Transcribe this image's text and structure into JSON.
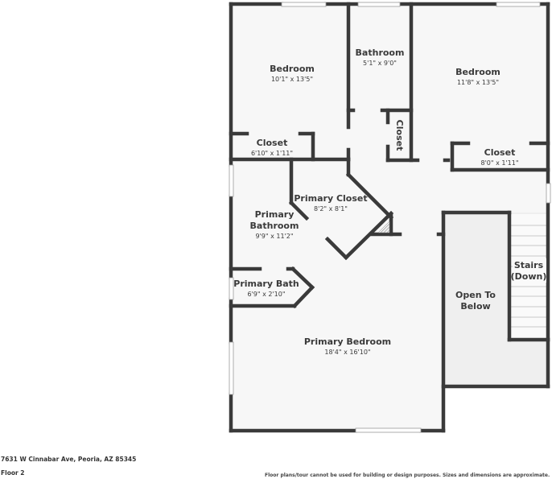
{
  "colors": {
    "wall": "#3a3a3a",
    "floor": "#f7f7f7",
    "open_to_below": "#efefef",
    "background": "#ffffff",
    "text": "#3a3a3a"
  },
  "rooms": {
    "bedroom_left": {
      "name": "Bedroom",
      "dims": "10'1\" x 13'5\""
    },
    "bathroom": {
      "name": "Bathroom",
      "dims": "5'1\" x 9'0\""
    },
    "bedroom_right": {
      "name": "Bedroom",
      "dims": "11'8\" x 13'5\""
    },
    "closet_left": {
      "name": "Closet",
      "dims": "6'10\" x 1'11\""
    },
    "closet_hall": {
      "name": "Closet"
    },
    "closet_right": {
      "name": "Closet",
      "dims": "8'0\" x 1'11\""
    },
    "primary_closet": {
      "name": "Primary Closet",
      "dims": "8'2\" x 8'1\""
    },
    "primary_bathroom": {
      "name_line1": "Primary",
      "name_line2": "Bathroom",
      "dims": "9'9\" x 11'2\""
    },
    "primary_bath": {
      "name": "Primary Bath",
      "dims": "6'9\" x 2'10\""
    },
    "primary_bedroom": {
      "name": "Primary Bedroom",
      "dims": "18'4\" x 16'10\""
    },
    "open_to_below": {
      "name_line1": "Open To",
      "name_line2": "Below"
    },
    "stairs": {
      "name_line1": "Stairs",
      "name_line2": "(Down)"
    }
  },
  "footer": {
    "address": "7631 W Cinnabar Ave, Peoria, AZ 85345",
    "floor": "Floor 2",
    "disclaimer": "Floor plans/tour cannot be used for building or design purposes. Sizes and dimensions are approximate."
  }
}
